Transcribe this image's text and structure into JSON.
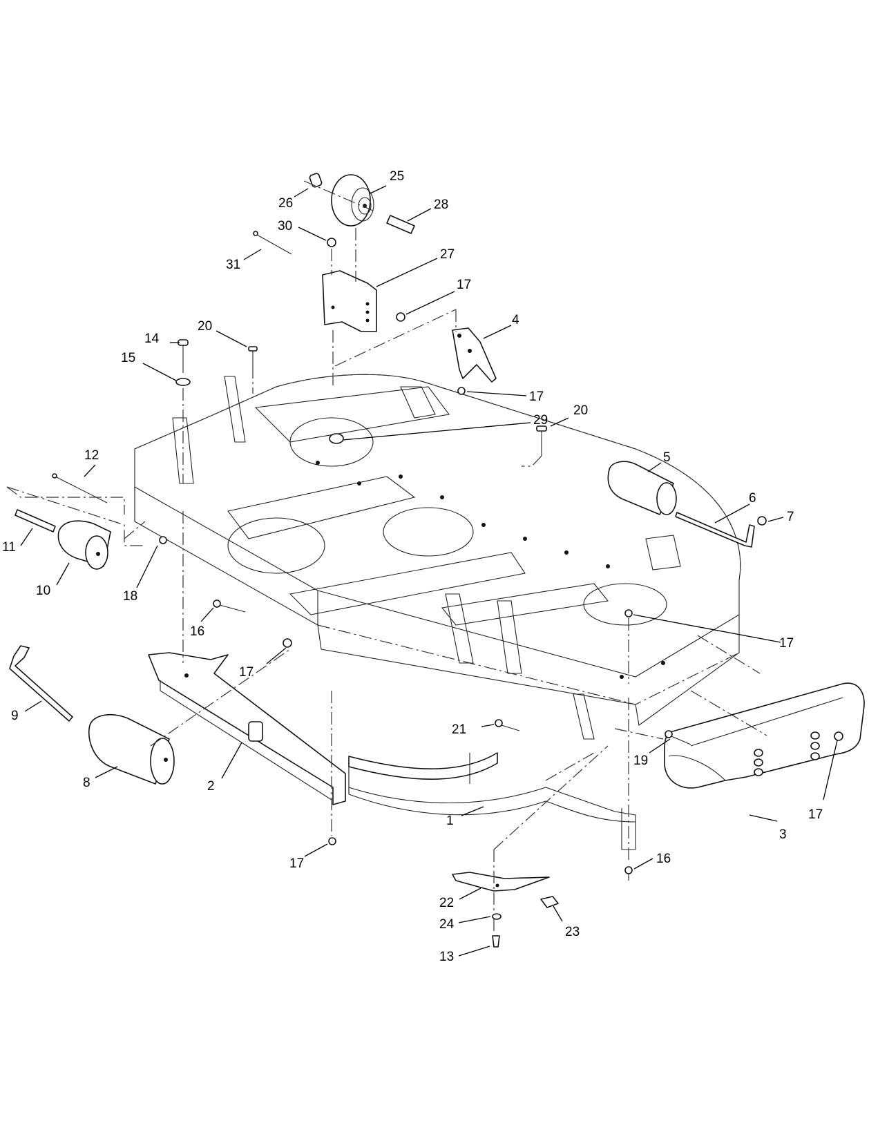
{
  "diagram": {
    "callouts": [
      {
        "id": "c25",
        "label": "25"
      },
      {
        "id": "c26",
        "label": "26"
      },
      {
        "id": "c28",
        "label": "28"
      },
      {
        "id": "c30",
        "label": "30"
      },
      {
        "id": "c31",
        "label": "31"
      },
      {
        "id": "c27",
        "label": "27"
      },
      {
        "id": "c17a",
        "label": "17"
      },
      {
        "id": "c4",
        "label": "4"
      },
      {
        "id": "c17b",
        "label": "17"
      },
      {
        "id": "c20a",
        "label": "20"
      },
      {
        "id": "c14",
        "label": "14"
      },
      {
        "id": "c15",
        "label": "15"
      },
      {
        "id": "c29",
        "label": "29"
      },
      {
        "id": "c20b",
        "label": "20"
      },
      {
        "id": "c5",
        "label": "5"
      },
      {
        "id": "c12",
        "label": "12"
      },
      {
        "id": "c6",
        "label": "6"
      },
      {
        "id": "c7",
        "label": "7"
      },
      {
        "id": "c11",
        "label": "11"
      },
      {
        "id": "c10",
        "label": "10"
      },
      {
        "id": "c18",
        "label": "18"
      },
      {
        "id": "c16a",
        "label": "16"
      },
      {
        "id": "c17c",
        "label": "17"
      },
      {
        "id": "c17d",
        "label": "17"
      },
      {
        "id": "c9",
        "label": "9"
      },
      {
        "id": "c8",
        "label": "8"
      },
      {
        "id": "c2",
        "label": "2"
      },
      {
        "id": "c21",
        "label": "21"
      },
      {
        "id": "c19",
        "label": "19"
      },
      {
        "id": "c17e",
        "label": "17"
      },
      {
        "id": "c1",
        "label": "1"
      },
      {
        "id": "c3",
        "label": "3"
      },
      {
        "id": "c17f",
        "label": "17"
      },
      {
        "id": "c16b",
        "label": "16"
      },
      {
        "id": "c22",
        "label": "22"
      },
      {
        "id": "c23",
        "label": "23"
      },
      {
        "id": "c24",
        "label": "24"
      },
      {
        "id": "c13",
        "label": "13"
      }
    ]
  }
}
